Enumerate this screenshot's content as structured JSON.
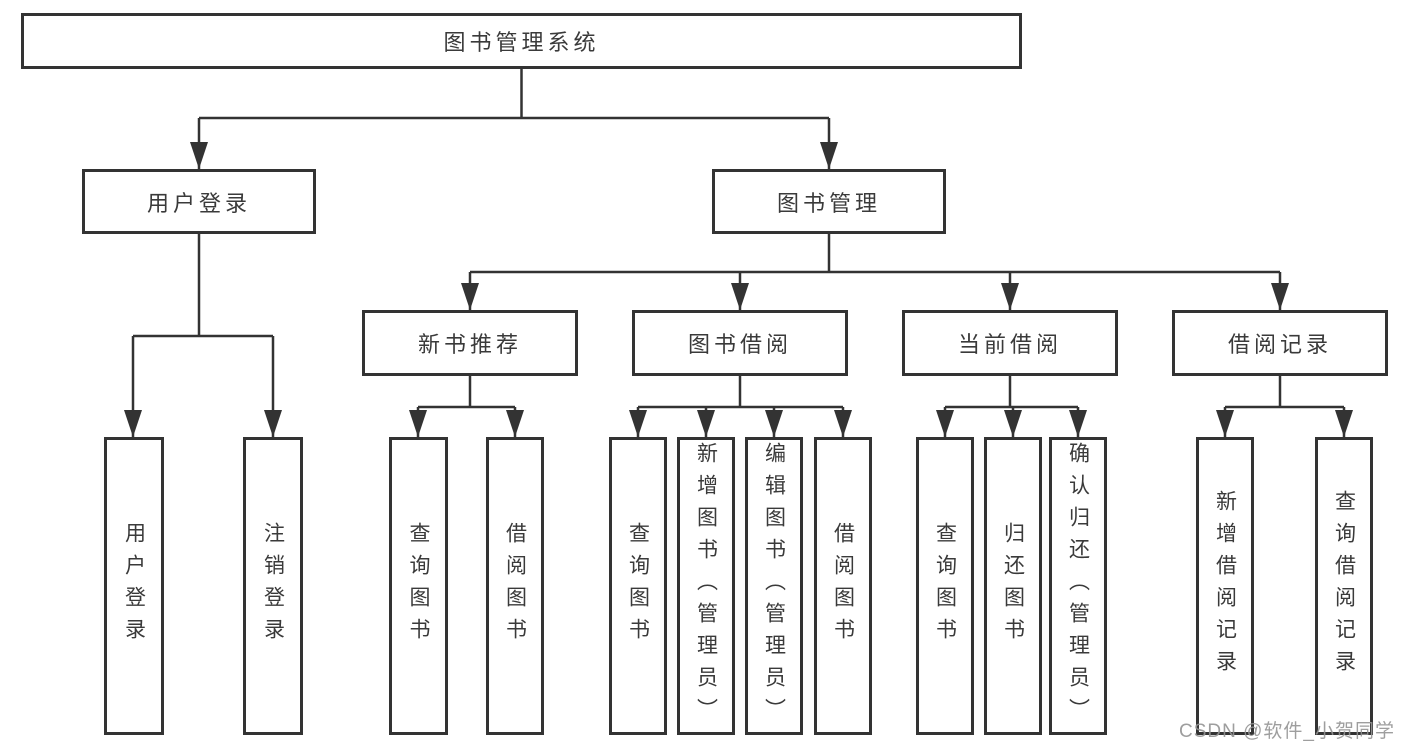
{
  "tree": {
    "root": "图书管理系统",
    "children": [
      {
        "label": "用户登录",
        "children": [
          "用户登录",
          "注销登录"
        ]
      },
      {
        "label": "图书管理",
        "children": [
          {
            "label": "新书推荐",
            "children": [
              "查询图书",
              "借阅图书"
            ]
          },
          {
            "label": "图书借阅",
            "children": [
              "查询图书",
              "新增图书（管理员）",
              "编辑图书（管理员）",
              "借阅图书"
            ]
          },
          {
            "label": "当前借阅",
            "children": [
              "查询图书",
              "归还图书",
              "确认归还（管理员）"
            ]
          },
          {
            "label": "借阅记录",
            "children": [
              "新增借阅记录",
              "查询借阅记录"
            ]
          }
        ]
      }
    ]
  },
  "watermark": "CSDN @软件_小贺同学",
  "colors": {
    "line": "#333333",
    "text": "#3a3a3a",
    "watermark": "#949494",
    "background": "#ffffff"
  }
}
